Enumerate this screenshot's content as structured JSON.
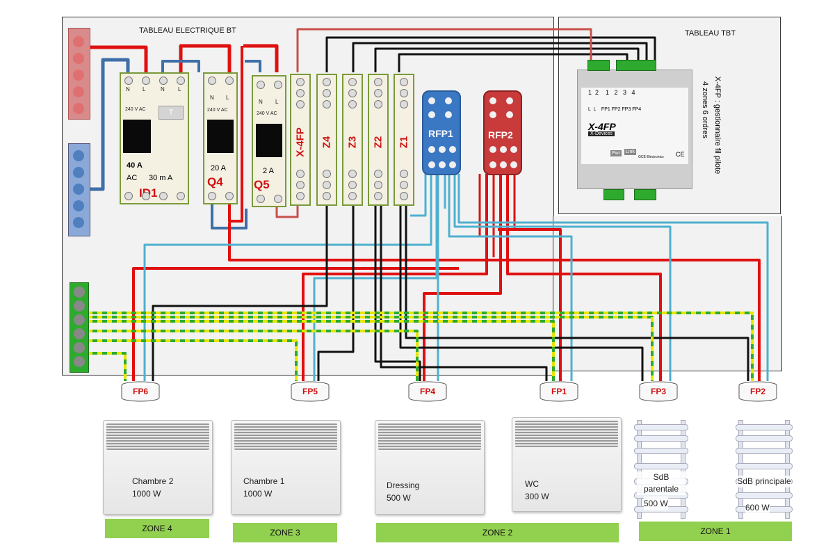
{
  "panels": {
    "bt_title": "TABLEAU ELECTRIQUE BT",
    "tbt_title": "TABLEAU  TBT"
  },
  "devices": {
    "id1": {
      "terms": [
        "N",
        "L",
        "N",
        "L"
      ],
      "voltage": "240 V AC",
      "test": "T",
      "rating": "40 A",
      "type": "AC",
      "sensitivity": "30 m A",
      "name": "ID1"
    },
    "q4": {
      "terms": [
        "N",
        "L"
      ],
      "voltage": "240 V AC",
      "rating": "20 A",
      "name": "Q4"
    },
    "q5": {
      "terms": [
        "N",
        "L"
      ],
      "voltage": "240 V AC",
      "rating": "2 A",
      "name": "Q5"
    },
    "modules": [
      "X-4FP",
      "Z4",
      "Z3",
      "Z2",
      "Z1"
    ]
  },
  "rfp": {
    "rfp1": "RFP1",
    "rfp2": "RFP2",
    "rfp1_color": "#3b78c4",
    "rfp2_color": "#c93a3a"
  },
  "x4fp": {
    "top_numbers": "1  2    1   2   3   4",
    "top_labels": "L  L    FP1 FP2 FP3 FP4",
    "logo": "X-4FP",
    "brand": "X-Devices",
    "pwr": "Pwr",
    "link": "Link",
    "maker": "GCE Electronics",
    "ce": "CE",
    "side_line1": "X-4FP : gestionnaire fil pilote",
    "side_line2": "4 zones 6 ordres"
  },
  "fp_boxes": [
    "FP6",
    "FP5",
    "FP4",
    "FP1",
    "FP3",
    "FP2"
  ],
  "heaters": [
    {
      "room": "Chambre 2",
      "power": "1000  W"
    },
    {
      "room": "Chambre 1",
      "power": "1000  W"
    },
    {
      "room": "Dressing",
      "power": "500  W"
    },
    {
      "room": "WC",
      "power": "300  W"
    },
    {
      "room": "SdB parentale",
      "power": "500  W"
    },
    {
      "room": "SdB principale",
      "power": "600  W"
    }
  ],
  "zones": [
    "ZONE 4",
    "ZONE 3",
    "ZONE 2",
    "ZONE 1"
  ],
  "colors": {
    "phase": "#e01010",
    "neutral": "#3f6fa8",
    "pilot": "#111111",
    "fp_signal": "#4fb0cf",
    "earth": "#c8d400",
    "earth_bar": "#2eaa2e",
    "zone_fill": "#92d050"
  }
}
